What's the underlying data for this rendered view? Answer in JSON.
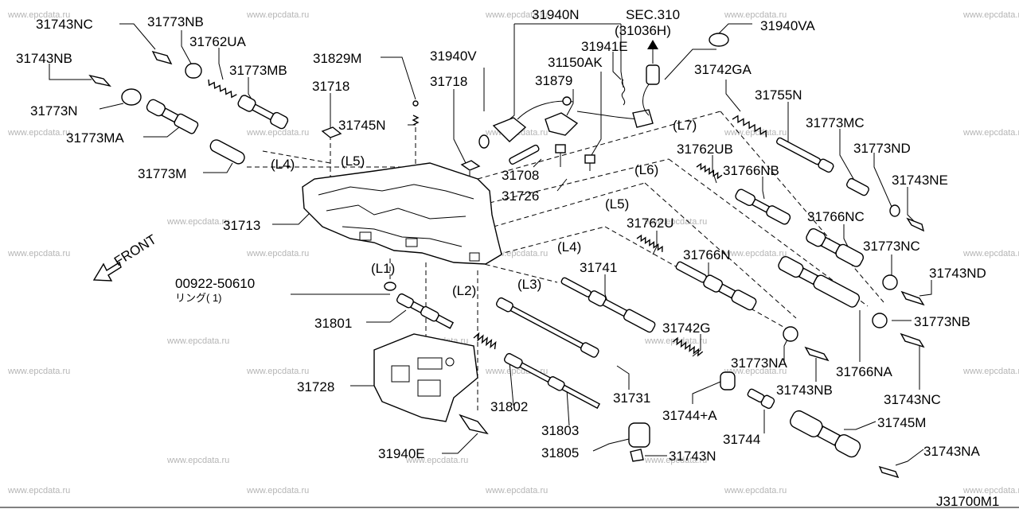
{
  "watermark": "www.epcdata.ru",
  "diagram_code": "J31700M1",
  "front_label": "FRONT",
  "labels": {
    "p31743NC_top": "31743NC",
    "p31773NB_top": "31773NB",
    "p31762UA": "31762UA",
    "p31743NB_left": "31743NB",
    "p31773MB": "31773MB",
    "p31773N": "31773N",
    "p31773MA": "31773MA",
    "p31773M": "31773M",
    "p31829M": "31829M",
    "p31718_a": "31718",
    "p31745N": "31745N",
    "p31940N": "31940N",
    "sec": "SEC.310",
    "sec_ref": "(31036H)",
    "p31940VA": "31940VA",
    "p31940V": "31940V",
    "p31941E": "31941E",
    "p31150AK": "31150AK",
    "p31718_b": "31718",
    "p31879": "31879",
    "p31742GA": "31742GA",
    "p31755N": "31755N",
    "p31773MC": "31773MC",
    "p31773ND": "31773ND",
    "p31743NE": "31743NE",
    "p31762UB": "31762UB",
    "p31766NB": "31766NB",
    "p31766NC": "31766NC",
    "p31773NC": "31773NC",
    "p31743ND": "31743ND",
    "p31762U": "31762U",
    "p31766N": "31766N",
    "p31741": "31741",
    "p31742G": "31742G",
    "p31773NA": "31773NA",
    "p31773NB_right": "31773NB",
    "p31766NA": "31766NA",
    "p31743NB_mid": "31743NB",
    "p31743NC_right": "31743NC",
    "p31744A": "31744+A",
    "p31744": "31744",
    "p31745M": "31745M",
    "p31743NA": "31743NA",
    "p31743N": "31743N",
    "p31805": "31805",
    "p31803": "31803",
    "p31802": "31802",
    "p31731": "31731",
    "p31708": "31708",
    "p31726": "31726",
    "p31713": "31713",
    "p00922": "00922-50610",
    "ring": "リング( 1)",
    "p31801": "31801",
    "p31728": "31728",
    "p31940E": "31940E"
  },
  "lanes": {
    "L1": "(L1)",
    "L2": "(L2)",
    "L3": "(L3)",
    "L4a": "(L4)",
    "L5a": "(L5)",
    "L4b": "(L4)",
    "L5b": "(L5)",
    "L6": "(L6)",
    "L7": "(L7)"
  }
}
